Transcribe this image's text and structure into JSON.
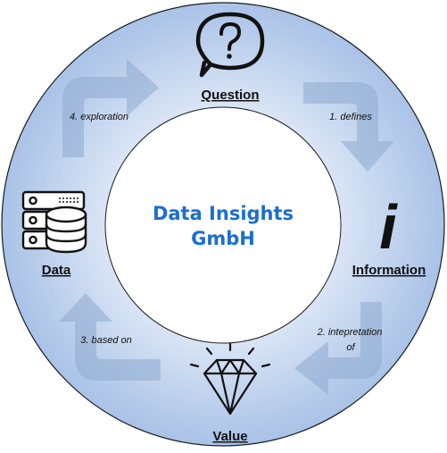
{
  "center": {
    "line1": "Data Insights",
    "line2": "GmbH",
    "color": "#1a6fcf"
  },
  "nodes": {
    "question": {
      "label": "Question",
      "icon": "question-speech-bubble-icon"
    },
    "information": {
      "label": "Information",
      "icon": "info-i-icon"
    },
    "value": {
      "label": "Value",
      "icon": "diamond-icon"
    },
    "data": {
      "label": "Data",
      "icon": "database-server-icon"
    }
  },
  "edges": {
    "defines": "1. defines",
    "interpretation_line1": "2. intepretation",
    "interpretation_line2": "of",
    "based_on": "3. based on",
    "exploration": "4. exploration"
  },
  "colors": {
    "ring_outer": "#aac3e8",
    "ring_inner": "#d9e4f5",
    "ring_stroke": "#1a1a1a",
    "arrow": "#8ea9cf",
    "text": "#111111"
  }
}
